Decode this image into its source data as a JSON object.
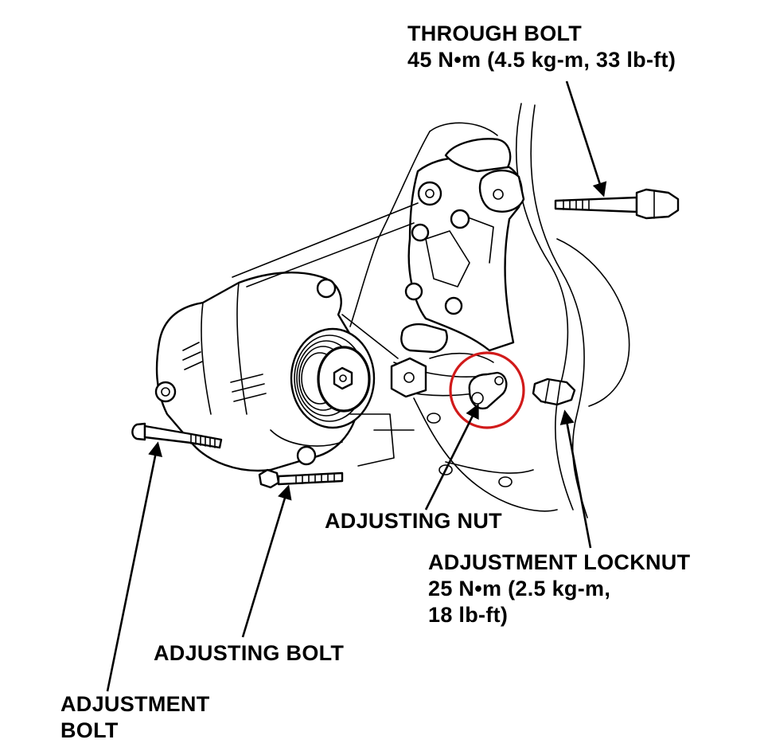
{
  "labels": {
    "through_bolt": {
      "name": "THROUGH BOLT",
      "torque": "45 N•m (4.5 kg-m, 33 lb-ft)"
    },
    "adjusting_nut": {
      "name": "ADJUSTING NUT"
    },
    "adjustment_locknut": {
      "name": "ADJUSTMENT LOCKNUT",
      "torque_line1": "25 N•m (2.5 kg-m,",
      "torque_line2": "18 lb-ft)"
    },
    "adjusting_bolt": {
      "name": "ADJUSTING BOLT"
    },
    "adjustment_bolt": {
      "line1": "ADJUSTMENT",
      "line2": "BOLT"
    }
  },
  "highlight": {
    "target": "adjusting_nut",
    "color": "#d11a1a"
  },
  "colors": {
    "ink": "#000000",
    "background": "#ffffff"
  }
}
